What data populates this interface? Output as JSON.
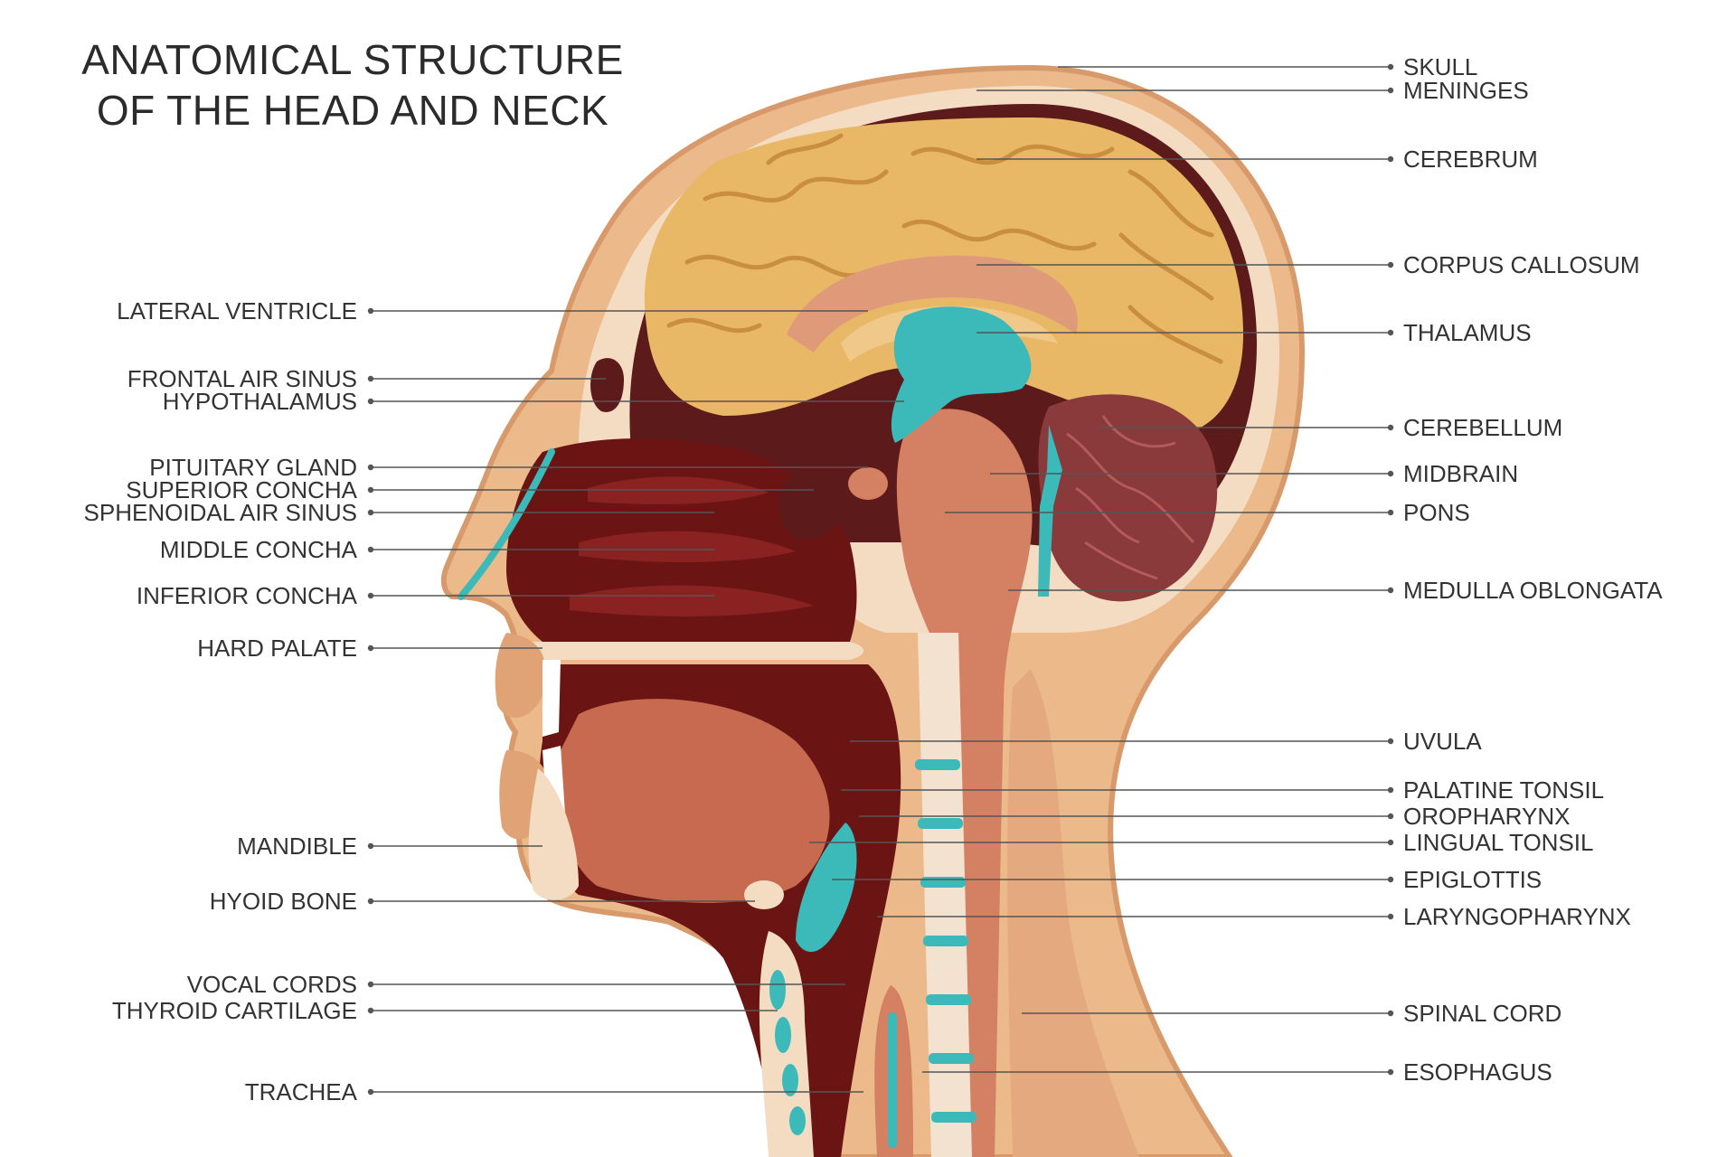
{
  "title": {
    "line1": "ANATOMICAL STRUCTURE",
    "line2": "OF THE HEAD AND NECK"
  },
  "labels_left": [
    {
      "key": "lateral-ventricle",
      "text": "LATERAL VENTRICLE"
    },
    {
      "key": "frontal-air-sinus",
      "text": "FRONTAL AIR SINUS"
    },
    {
      "key": "hypothalamus",
      "text": "HYPOTHALAMUS"
    },
    {
      "key": "pituitary-gland",
      "text": "PITUITARY GLAND"
    },
    {
      "key": "superior-concha",
      "text": "SUPERIOR CONCHA"
    },
    {
      "key": "sphenoidal-air-sinus",
      "text": "SPHENOIDAL AIR SINUS"
    },
    {
      "key": "middle-concha",
      "text": "MIDDLE CONCHA"
    },
    {
      "key": "inferior-concha",
      "text": "INFERIOR CONCHA"
    },
    {
      "key": "hard-palate",
      "text": "HARD PALATE"
    },
    {
      "key": "mandible",
      "text": "MANDIBLE"
    },
    {
      "key": "hyoid-bone",
      "text": "HYOID BONE"
    },
    {
      "key": "vocal-cords",
      "text": "VOCAL CORDS"
    },
    {
      "key": "thyroid-cartilage",
      "text": "THYROID CARTILAGE"
    },
    {
      "key": "trachea",
      "text": "TRACHEA"
    }
  ],
  "labels_right": [
    {
      "key": "skull",
      "text": "SKULL"
    },
    {
      "key": "meninges",
      "text": "MENINGES"
    },
    {
      "key": "cerebrum",
      "text": "CEREBRUM"
    },
    {
      "key": "corpus-callosum",
      "text": "CORPUS CALLOSUM"
    },
    {
      "key": "thalamus",
      "text": "THALAMUS"
    },
    {
      "key": "cerebellum",
      "text": "CEREBELLUM"
    },
    {
      "key": "midbrain",
      "text": "MIDBRAIN"
    },
    {
      "key": "pons",
      "text": "PONS"
    },
    {
      "key": "medulla-oblongata",
      "text": "MEDULLA OBLONGATA"
    },
    {
      "key": "uvula",
      "text": "UVULA"
    },
    {
      "key": "palatine-tonsil",
      "text": "PALATINE TONSIL"
    },
    {
      "key": "oropharynx",
      "text": "OROPHARYNX"
    },
    {
      "key": "lingual-tonsil",
      "text": "LINGUAL TONSIL"
    },
    {
      "key": "epiglottis",
      "text": "EPIGLOTTIS"
    },
    {
      "key": "laryngopharynx",
      "text": "LARYNGOPHARYNX"
    },
    {
      "key": "spinal-cord",
      "text": "SPINAL CORD"
    },
    {
      "key": "esophagus",
      "text": "ESOPHAGUS"
    }
  ],
  "colors": {
    "skin": "#ecb98b",
    "skin_dark": "#d89a6a",
    "bone": "#f4dcc3",
    "meninges": "#5c1a1a",
    "cerebrum": "#e8b866",
    "gyri": "#c98f3e",
    "brainstem": "#d48062",
    "corpus": "#df9a7a",
    "csf": "#3cb9b9",
    "cavity": "#6a1414",
    "tongue": "#c76a50",
    "cerebellum": "#8a3a3a",
    "vertebra": "#f3e2cf",
    "line": "#555555",
    "text": "#333333"
  }
}
